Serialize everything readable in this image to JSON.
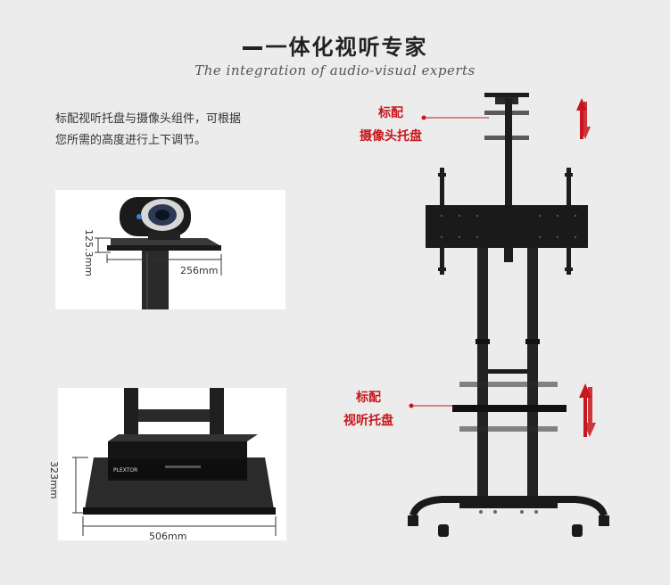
{
  "header": {
    "title": "一体化视听专家",
    "subtitle": "The integration of audio-visual experts"
  },
  "description": {
    "line1": "标配视听托盘与摄像头组件，可根据",
    "line2": "您所需的高度进行上下调节。"
  },
  "camera_photo": {
    "height_dim": "125.3mm",
    "width_dim": "256mm"
  },
  "tray_photo": {
    "height_dim": "323mm",
    "width_dim": "506mm",
    "player_brand": "PLEXTOR"
  },
  "labels": {
    "camera_tray_line1": "标配",
    "camera_tray_line2": "摄像头托盘",
    "av_tray_line1": "标配",
    "av_tray_line2": "视听托盘"
  },
  "colors": {
    "accent": "#c8161d",
    "stand": "#1d1d1d"
  }
}
